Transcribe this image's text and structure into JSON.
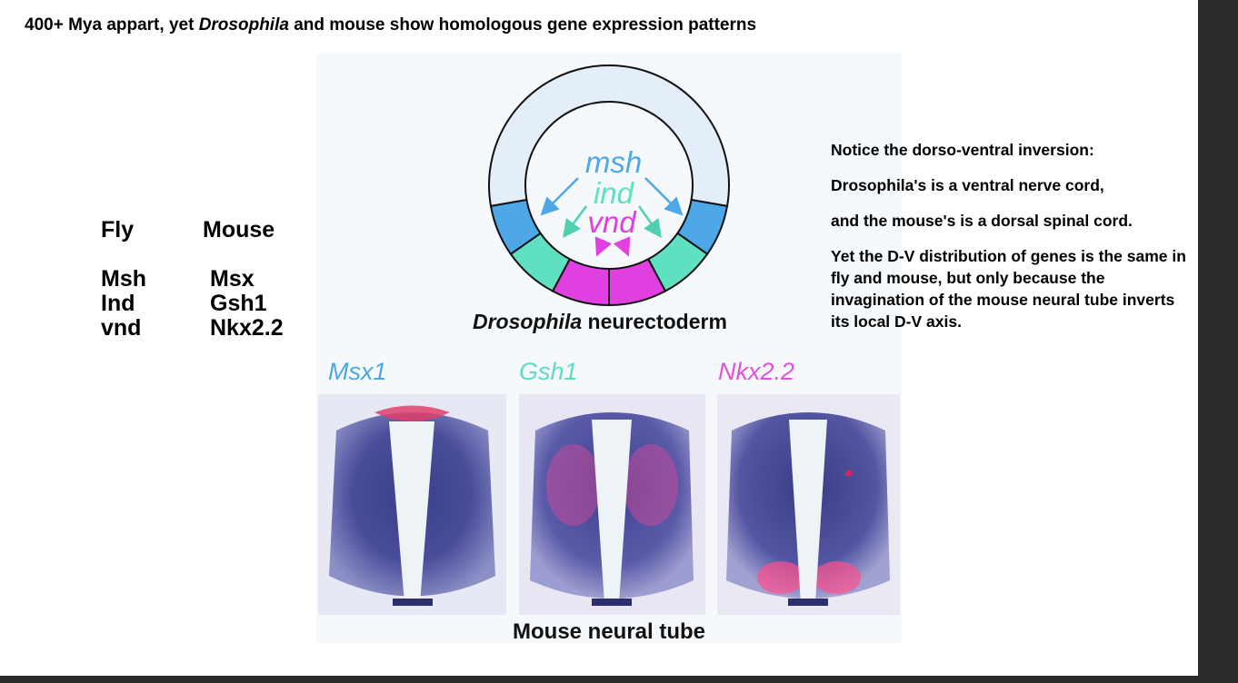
{
  "title": {
    "prefix": "400+ Mya appart, yet ",
    "italic": "Drosophila",
    "suffix": " and mouse show homologous gene expression patterns"
  },
  "homolog_table": {
    "fly_header": "Fly",
    "mouse_header": "Mouse",
    "fly_genes": [
      "Msh",
      "Ind",
      "vnd"
    ],
    "mouse_genes": [
      "Msx",
      "Gsh1",
      "Nkx2.2"
    ]
  },
  "neurectoderm_diagram": {
    "labels": [
      "msh",
      "ind",
      "vnd"
    ],
    "caption_italic": "Drosophila",
    "caption_rest": " neurectoderm",
    "colors": {
      "msh": "#4ea8e8",
      "ind": "#5fe0c0",
      "vnd": "#e040e0",
      "ring": "#e3eef9"
    }
  },
  "notes": [
    "Notice the dorso-ventral inversion:",
    "Drosophila's is a ventral nerve cord,",
    "and the mouse's is a dorsal spinal cord.",
    "Yet the D-V distribution of genes is the same in fly and mouse, but only because the invagination of the mouse neural tube inverts its local D-V axis."
  ],
  "section_labels": [
    "Msx1",
    "Gsh1",
    "Nkx2.2"
  ],
  "section_label_colors": [
    "#4da6e0",
    "#63d8c4",
    "#e052d8"
  ],
  "tube_caption": "Mouse neural tube"
}
